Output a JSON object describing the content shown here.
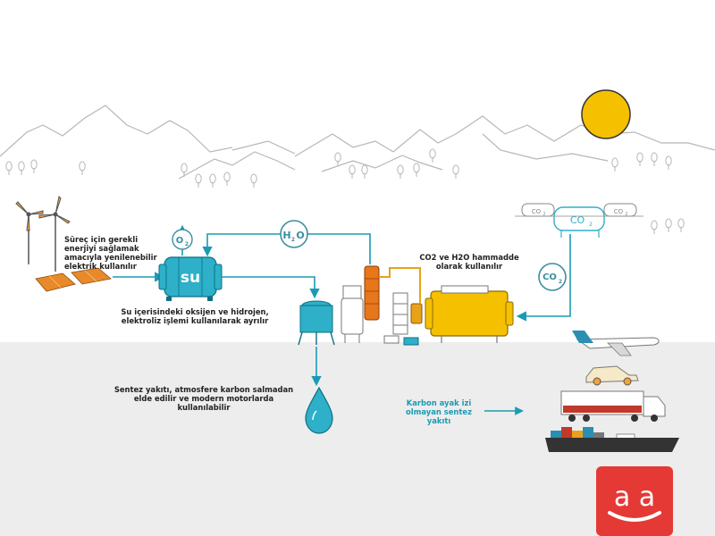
{
  "labels": {
    "energy": "Süreç için gerekli enerjiyi sağlamak amacıyla yenilenebilir elektrik kullanılır",
    "electrolysis": "Su içerisindeki oksijen ve hidrojen, elektroliz işlemi kullanılarak ayrılır",
    "raw_material": "CO2 ve H2O hammadde olarak kullanılır",
    "synthetic_fuel": "Sentez yakıtı, atmosfere karbon salmadan elde edilir ve modern motorlarda kullanılabilir",
    "carbon_free": "Karbon ayak izi olmayan sentez yakıtı"
  },
  "tank_label": "su",
  "molecules": {
    "o2": {
      "main": "O",
      "sub": "2"
    },
    "h2o": {
      "left": "H",
      "sub": "2",
      "right": "O"
    },
    "co2_circle": {
      "main": "CO",
      "sub": "2"
    },
    "co2_tank": {
      "main": "CO",
      "sub": "2"
    },
    "co2_small_left": {
      "main": "CO",
      "sub": "2"
    },
    "co2_small_right": {
      "main": "CO",
      "sub": "2"
    }
  },
  "logo": {
    "text": "a a"
  },
  "colors": {
    "teal": "#1a9bb4",
    "tank_teal": "#2db0c8",
    "yellow": "#f5c000",
    "orange": "#e8761a",
    "solar_orange": "#e88a2a",
    "ground": "#ededed",
    "logo_red": "#e53935",
    "line_gray": "#b7b7b7"
  },
  "icons": [
    "wind-turbine-icon",
    "solar-panel-icon",
    "water-drop-icon",
    "airplane-icon",
    "car-icon",
    "truck-icon",
    "ship-icon",
    "sun-icon"
  ]
}
